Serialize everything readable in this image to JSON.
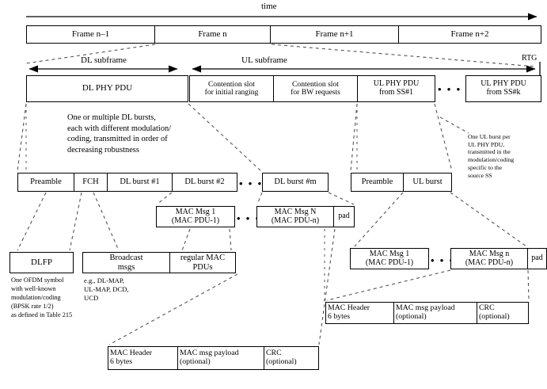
{
  "diagram": {
    "title_time": "time",
    "rtg_label": "RTG"
  },
  "frames": {
    "items": [
      {
        "label": "Frame n–1"
      },
      {
        "label": "Frame n"
      },
      {
        "label": "Frame n+1"
      },
      {
        "label": "Frame n+2"
      }
    ]
  },
  "subframes": {
    "dl": "DL subframe",
    "ul": "UL subframe"
  },
  "phy_row": {
    "dl_phy_pdu": "DL PHY PDU",
    "contention_initial_ranging": "Contention slot\nfor initial ranging",
    "contention_bw_requests": "Contention slot\nfor BW requests",
    "ul_phy_pdu_ss1": "UL PHY PDU\nfrom SS#1",
    "ellipsis": "• • •",
    "ul_phy_pdu_ssk": "UL PHY PDU\nfrom SS#k"
  },
  "notes": {
    "dl_bursts": "One or multiple DL bursts,\neach with different modulation/\ncoding, transmitted in order of\ndecreasing robustness",
    "ul_burst": "One UL burst per\nUL PHY PDU,\ntransmitted in the\nmodulation/coding\nspecific to the\nsource SS",
    "dlfp": "One OFDM symbol\nwith well-known\nmodulation/coding\n(BPSK rate 1/2)\nas defined in Table 215",
    "broadcast": "e.g., DL-MAP,\nUL-MAP, DCD,\nUCD"
  },
  "dl_burst_row": {
    "preamble": "Preamble",
    "fch": "FCH",
    "burst1": "DL burst #1",
    "burst2": "DL burst #2",
    "ellipsis": "• • •",
    "burstm": "DL burst #m"
  },
  "ul_burst_row": {
    "preamble": "Preamble",
    "ul_burst": "UL burst"
  },
  "dl_mac_row": {
    "msg1": "MAC Msg 1\n(MAC PDU-1)",
    "ellipsis": "• • •",
    "msgN": "MAC Msg N\n(MAC PDU-n)",
    "pad": "pad"
  },
  "ul_mac_row": {
    "msg1": "MAC Msg 1\n(MAC PDU-1)",
    "ellipsis": "• • •",
    "msgn": "MAC Msg n\n(MAC PDU-n)",
    "pad": "pad"
  },
  "fch_row": {
    "dlfp": "DLFP",
    "broadcast_msgs": "Broadcast\nmsgs",
    "regular_mac_pdus": "regular MAC\nPDUs"
  },
  "mac_pdu_ul": {
    "header": "MAC Header\n6 bytes",
    "payload": "MAC msg payload\n(optional)",
    "crc": "CRC\n(optional)"
  },
  "mac_pdu_dl": {
    "header": "MAC Header\n6 bytes",
    "payload": "MAC msg payload\n(optional)",
    "crc": "CRC\n(optional)"
  }
}
